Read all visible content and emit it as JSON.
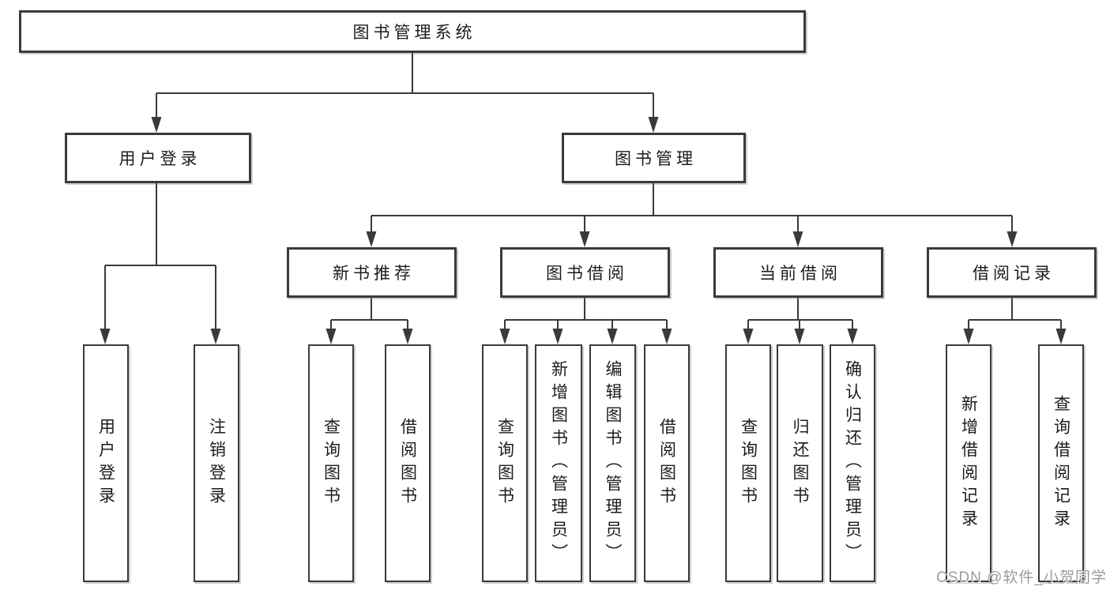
{
  "diagram": {
    "title": "图书管理系统",
    "nodes": {
      "user_login": "用户登录",
      "book_manage": "图书管理",
      "new_book": "新书推荐",
      "book_borrow": "图书借阅",
      "current_borrow": "当前借阅",
      "borrow_record": "借阅记录"
    },
    "leaves": {
      "g1": [
        "用户登录",
        "注销登录"
      ],
      "g2": [
        "查询图书",
        "借阅图书"
      ],
      "g3": [
        "查询图书",
        "新增图书（管理员）",
        "编辑图书（管理员）",
        "借阅图书"
      ],
      "g4": [
        "查询图书",
        "归还图书",
        "确认归还（管理员）"
      ],
      "g5": [
        "新增借阅记录",
        "查询借阅记录"
      ]
    },
    "colors": {
      "line": "#3a3a3a",
      "text": "#1c1c1c",
      "watermark": "#9b9b9b"
    },
    "watermark": "CSDN @软件_小贺同学"
  }
}
